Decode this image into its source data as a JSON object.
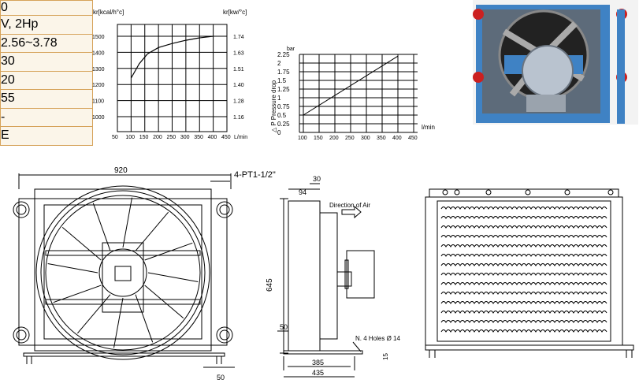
{
  "spec_values": [
    "0",
    "V, 2Hp",
    "2.56~3.78",
    "30",
    "20",
    "55",
    "-",
    "E"
  ],
  "chart_data": [
    {
      "type": "line",
      "left_unit": "kr[kcal/h°c]",
      "right_unit": "kr[kw/°c]",
      "x_ticks": [
        "50",
        "100",
        "150",
        "200",
        "250",
        "300",
        "350",
        "400",
        "450"
      ],
      "x_unit": "L/min",
      "left_ticks": [
        "1500",
        "1400",
        "1300",
        "1200",
        "1100",
        "1000"
      ],
      "right_ticks": [
        "1.74",
        "1.63",
        "1.51",
        "1.40",
        "1.28",
        "1.16"
      ],
      "x": [
        100,
        130,
        160,
        200,
        250,
        300,
        350,
        400
      ],
      "values": [
        1240,
        1330,
        1390,
        1430,
        1455,
        1475,
        1490,
        1500
      ]
    },
    {
      "type": "line",
      "unit": "bar",
      "ylabel": "△ P  Pressure drop",
      "y_ticks": [
        "2.25",
        "2",
        "1.75",
        "1.5",
        "1.25",
        "1",
        "0.75",
        "0.5",
        "0.25",
        "0"
      ],
      "x_ticks": [
        "100",
        "150",
        "200",
        "250",
        "300",
        "350",
        "400",
        "450"
      ],
      "x_unit": "l/min",
      "x": [
        100,
        400
      ],
      "values": [
        0.5,
        2.2
      ]
    }
  ],
  "drawing": {
    "width_920": "920",
    "ports": "4-PT1-1/2\"",
    "dim_94": "94",
    "dim_30": "30",
    "airflow": "Direction of Air",
    "height_645": "645",
    "dim_50_side": "50",
    "holes": "N. 4 Holes Ø 14",
    "dim_15": "15",
    "dim_385": "385",
    "dim_435": "435",
    "dim_50_front": "50"
  }
}
